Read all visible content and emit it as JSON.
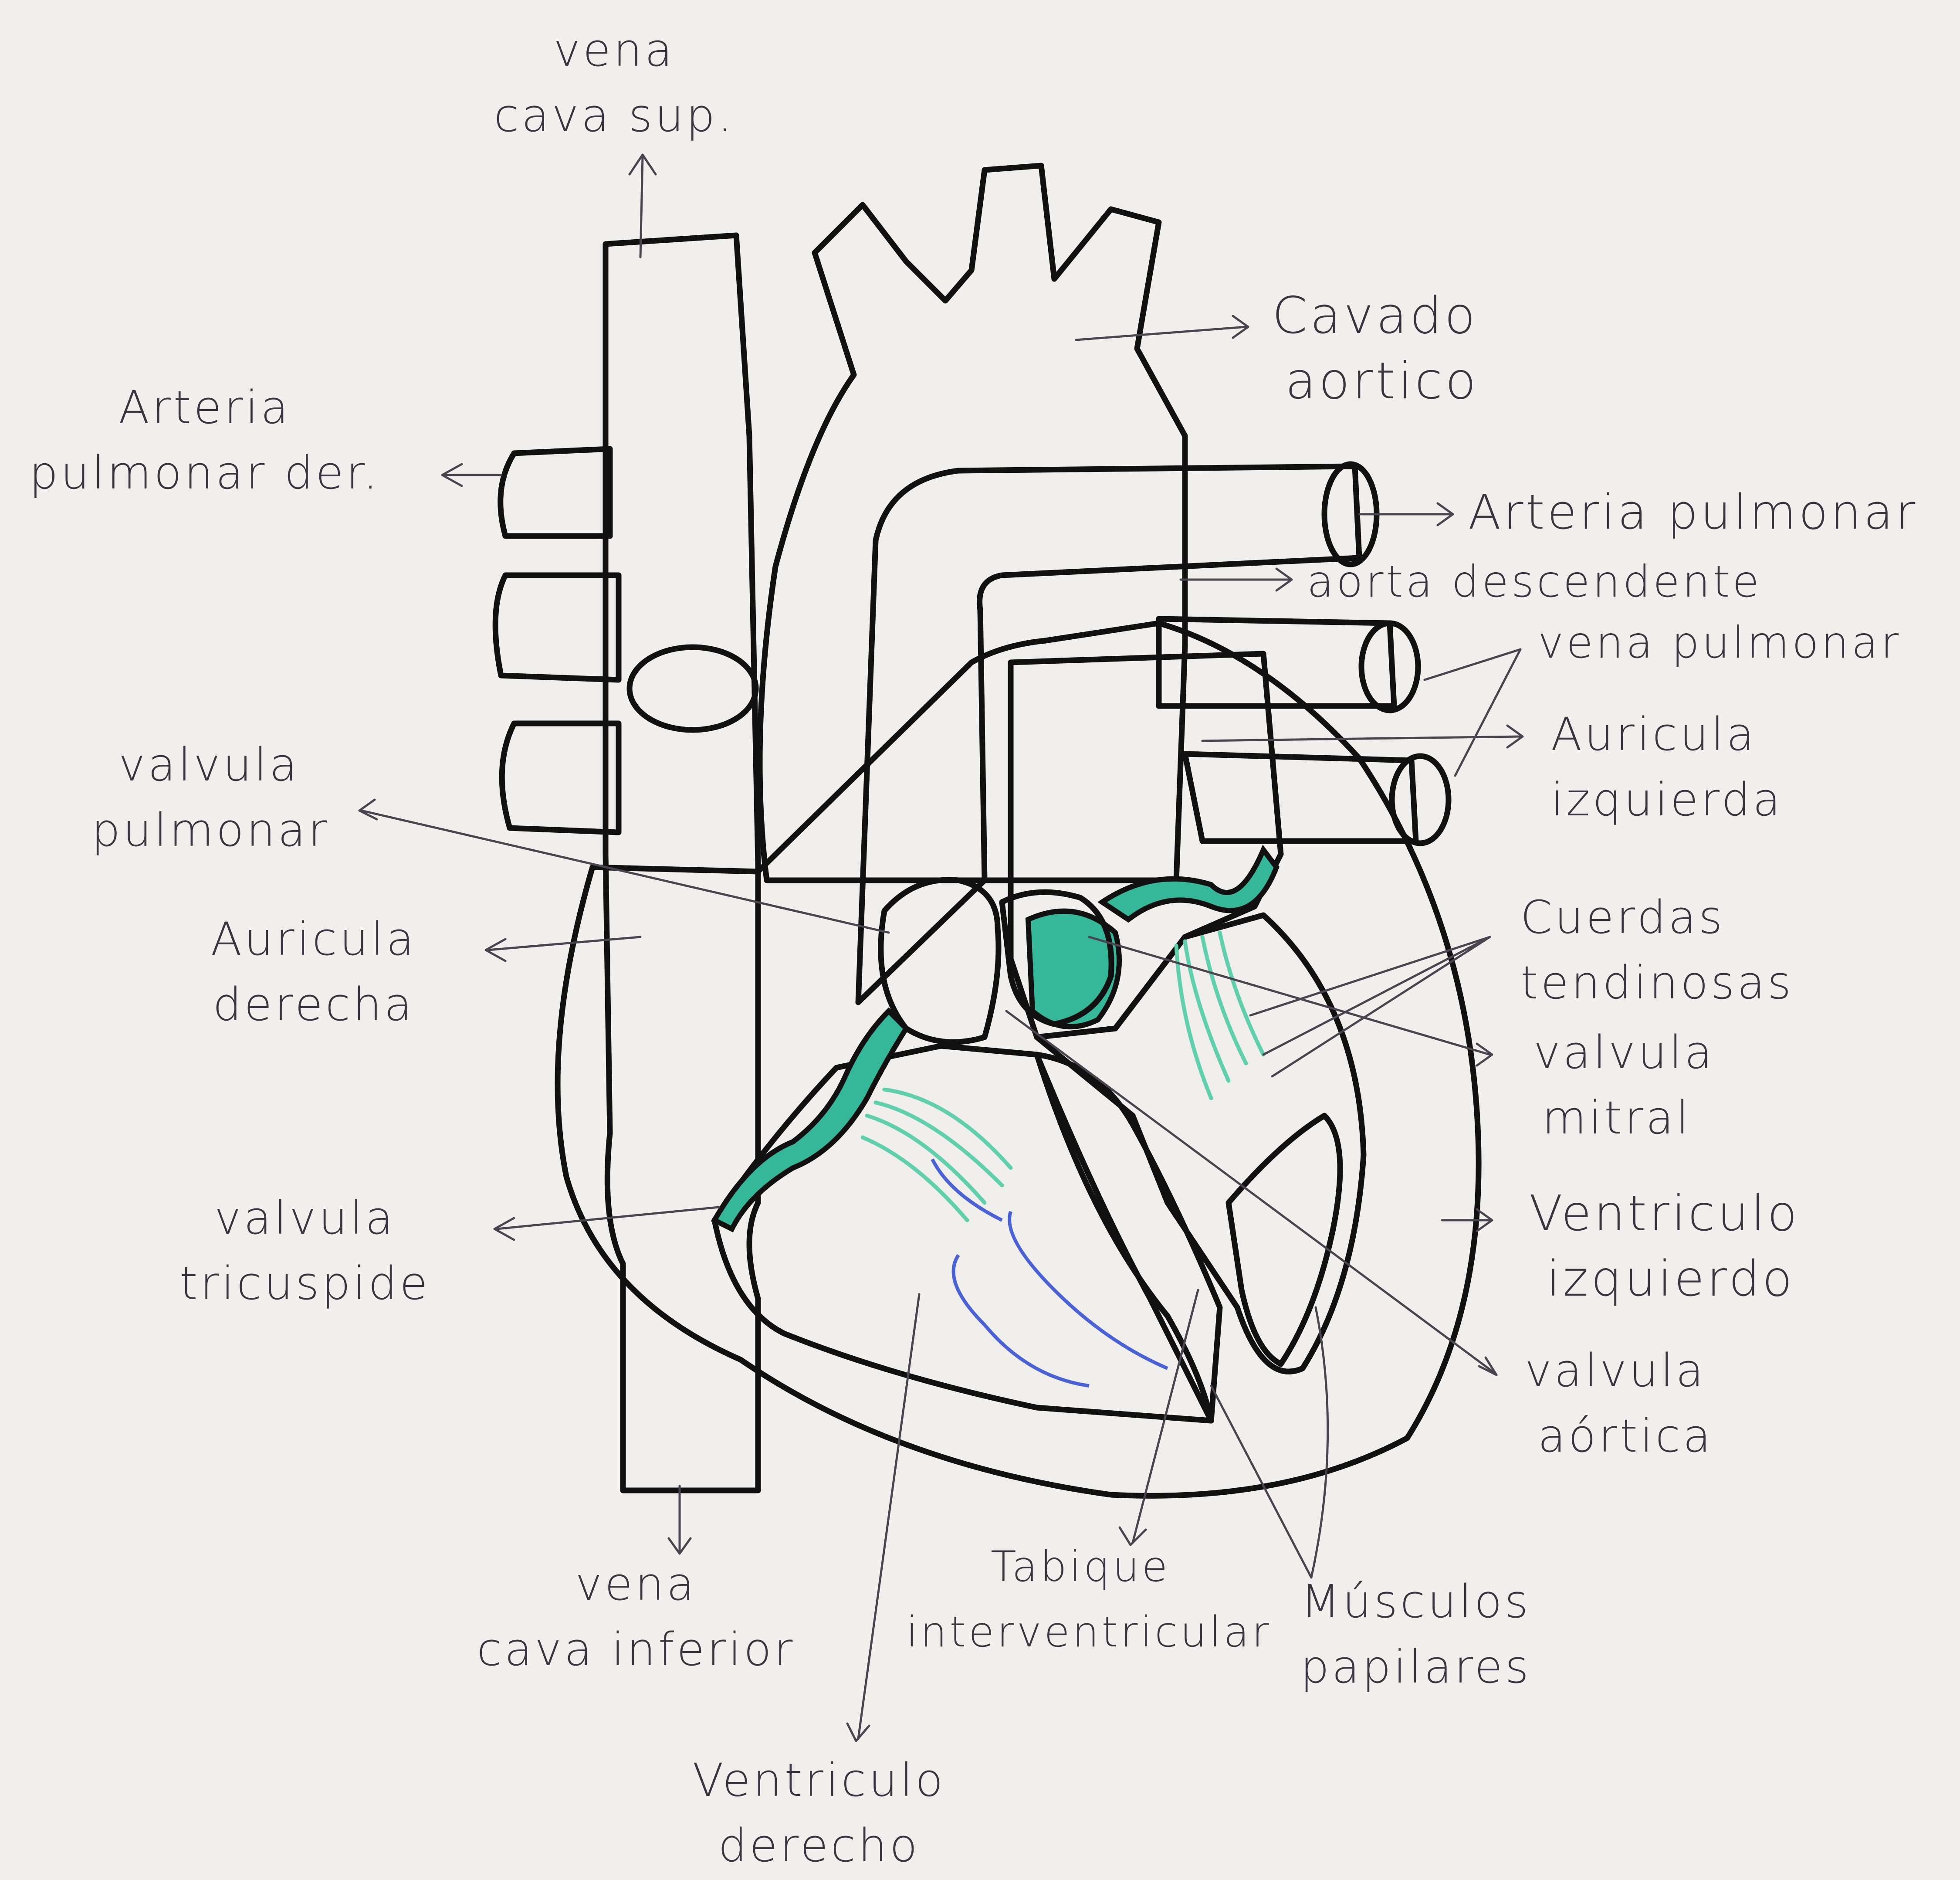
{
  "labels": {
    "vena_cava_sup": [
      "vena",
      "cava sup."
    ],
    "cavado_aortico": [
      "Cavado",
      "aortico"
    ],
    "arteria_pulmonar_der": [
      "Arteria",
      "pulmonar der."
    ],
    "arteria_pulmonar": "Arteria pulmonar",
    "aorta_descendente": "aorta descendente",
    "vena_pulmonar": "vena pulmonar",
    "auricula_izquierda": [
      "Auricula",
      "izquierda"
    ],
    "valvula_pulmonar": [
      "valvula",
      "pulmonar"
    ],
    "auricula_derecha": [
      "Auricula",
      "derecha"
    ],
    "cuerdas_tendinosas": [
      "Cuerdas",
      "tendinosas"
    ],
    "valvula_mitral": [
      "valvula",
      "mitral"
    ],
    "valvula_tricuspide": [
      "valvula",
      "tricuspide"
    ],
    "ventriculo_izquierdo": [
      "Ventriculo",
      "izquierdo"
    ],
    "valvula_aortica": [
      "valvula",
      "aórtica"
    ],
    "vena_cava_inferior": [
      "vena",
      "cava inferior"
    ],
    "tabique_interventricular": [
      "Tabique",
      "interventricular"
    ],
    "musculos_papilares": [
      "Músculos",
      "papilares"
    ],
    "ventriculo_derecho": [
      "Ventriculo",
      "derecho"
    ]
  },
  "colors": {
    "oxygenated": "#ee8f8c",
    "deoxygenated": "#8f98da",
    "muscle_wall": "#f6d9a8",
    "valve_tissue": "#35b79a",
    "outline": "#111111",
    "paper": "#f1efeb"
  }
}
